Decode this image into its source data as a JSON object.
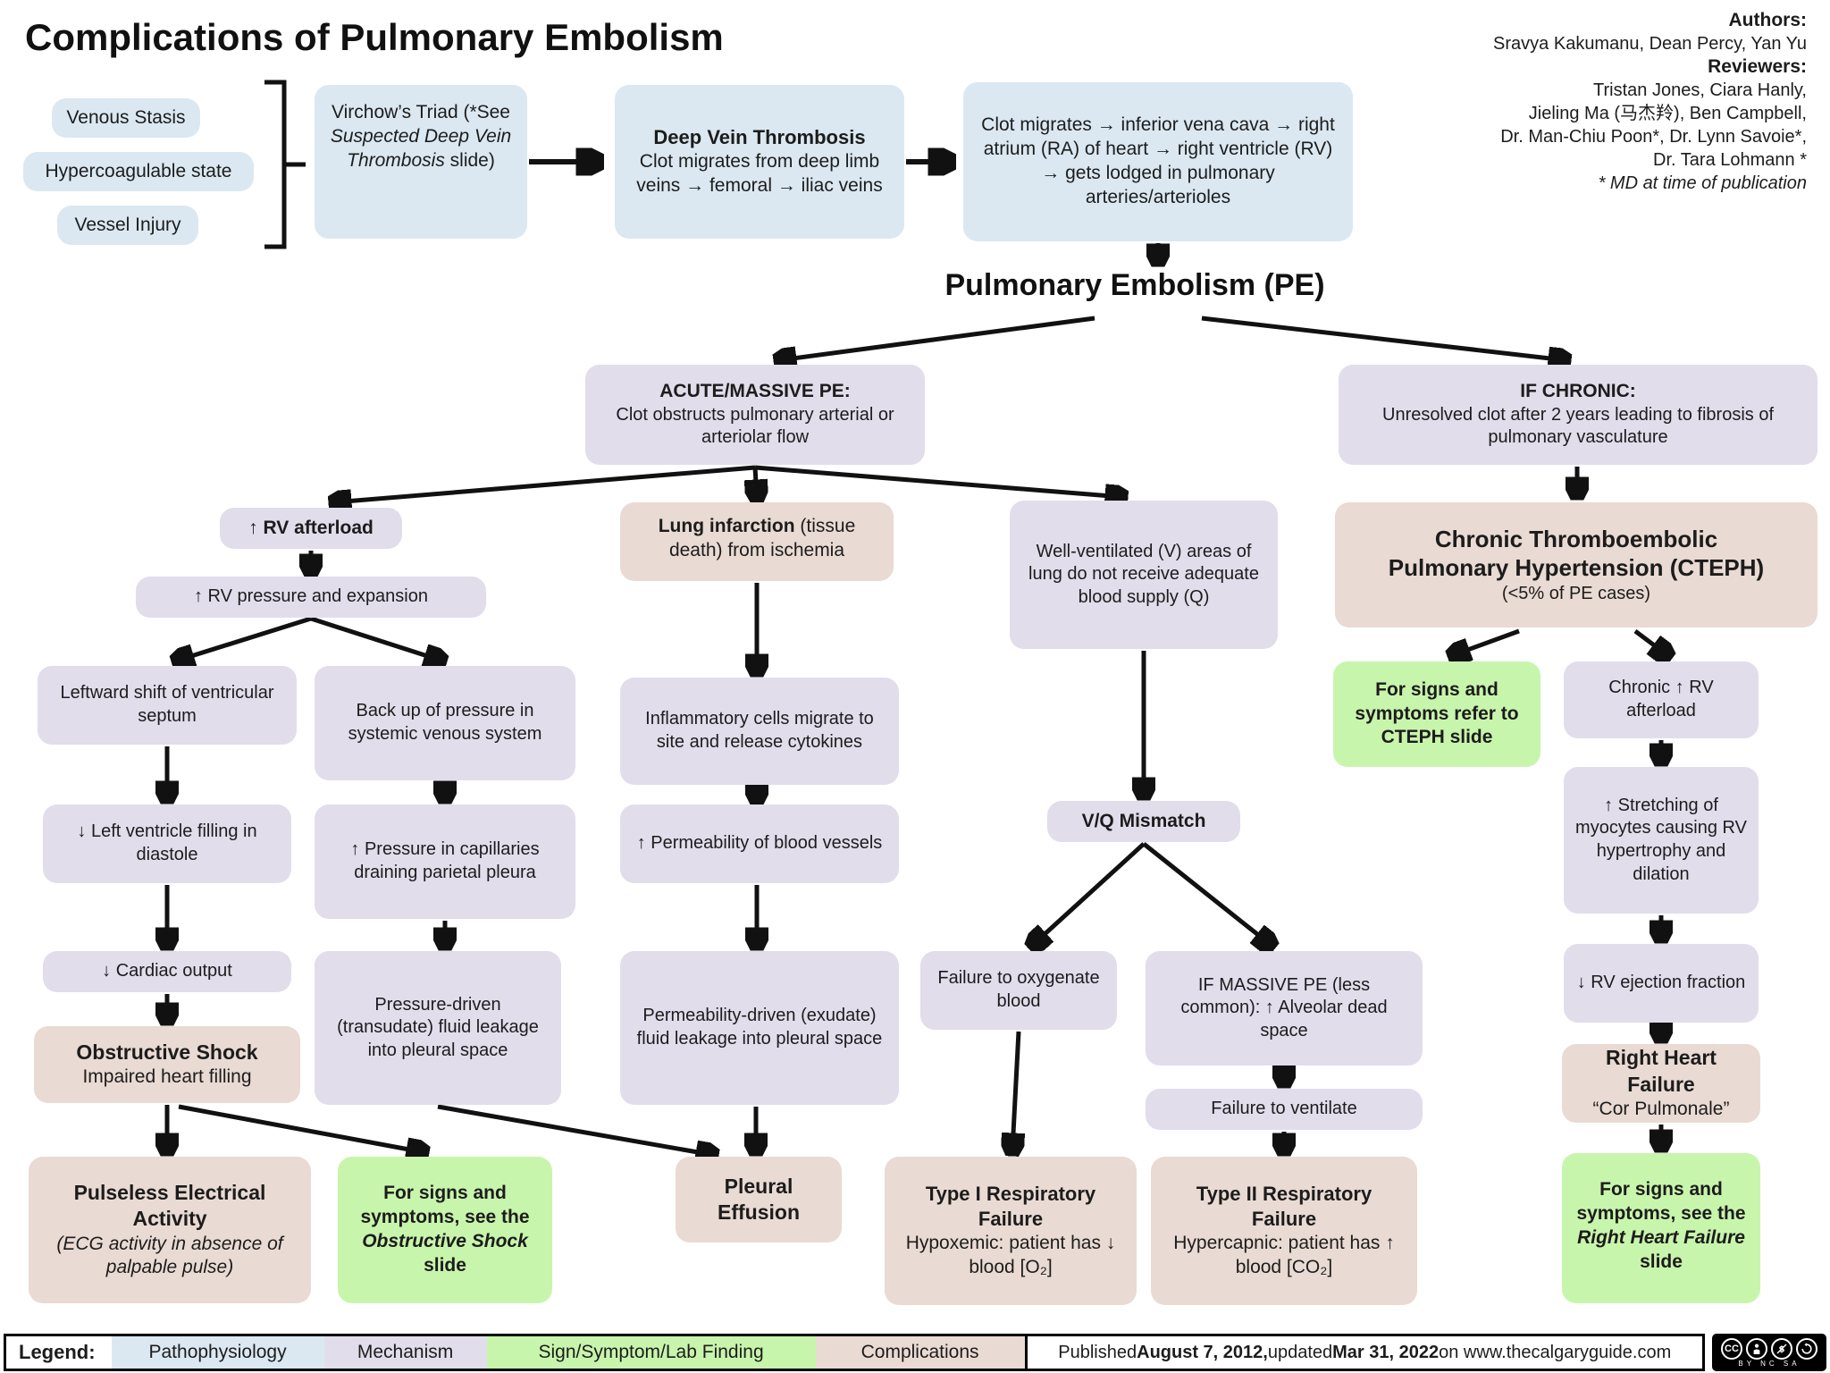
{
  "title": "Complications of Pulmonary Embolism",
  "credits": {
    "authors_label": "Authors:",
    "authors": "Sravya Kakumanu, Dean Percy, Yan Yu",
    "reviewers_label": "Reviewers:",
    "reviewers": [
      "Tristan Jones, Ciara Hanly,",
      "Jieling Ma (马杰羚), Ben Campbell,",
      "Dr. Man-Chiu Poon*, Dr. Lynn Savoie*,",
      "Dr. Tara Lohmann *"
    ],
    "note": "* MD at time of publication"
  },
  "nodes": {
    "venous_stasis": {
      "text": "Venous Stasis"
    },
    "hypercoagulable": {
      "text": "Hypercoagulable state"
    },
    "vessel_injury": {
      "text": "Vessel Injury"
    },
    "virchow": {
      "pre": "Virchow’s Triad (*See ",
      "em": "Suspected Deep Vein Thrombosis",
      "post": " slide)"
    },
    "dvt": {
      "title": "Deep Vein Thrombosis",
      "body": "Clot migrates from deep limb veins → femoral → iliac veins"
    },
    "clot_migrates": {
      "text": "Clot migrates → inferior vena cava → right atrium (RA) of heart → right ventricle (RV) → gets lodged in pulmonary arteries/arterioles"
    },
    "pe_heading": {
      "text": "Pulmonary Embolism (PE)"
    },
    "acute": {
      "title": "ACUTE/MASSIVE PE:",
      "body": "Clot obstructs pulmonary arterial or arteriolar flow"
    },
    "chronic": {
      "title": "IF CHRONIC:",
      "body": "Unresolved clot after 2 years leading to fibrosis of pulmonary vasculature"
    },
    "rv_afterload": {
      "text": "↑ RV afterload"
    },
    "lung_infarction": {
      "b": "Lung infarction",
      "rest": " (tissue death) from ischemia"
    },
    "well_ventilated": {
      "text": "Well-ventilated (V) areas of lung do not receive adequate blood supply (Q)"
    },
    "cteph": {
      "title1": "Chronic Thromboembolic",
      "title2": "Pulmonary Hypertension (CTEPH)",
      "sub": "(<5% of PE cases)"
    },
    "rv_pressure": {
      "text": "↑ RV pressure and expansion"
    },
    "leftward_shift": {
      "text": "Leftward shift of ventricular septum"
    },
    "backup_pressure": {
      "text": "Back up of pressure in systemic venous system"
    },
    "lv_filling": {
      "text": "↓ Left ventricle filling in diastole"
    },
    "capillary_pressure": {
      "text": "↑ Pressure in capillaries draining parietal pleura"
    },
    "cardiac_output": {
      "text": "↓ Cardiac output"
    },
    "pressure_driven": {
      "text": "Pressure-driven (transudate) fluid leakage into pleural space"
    },
    "obstructive_shock": {
      "title": "Obstructive Shock",
      "body": "Impaired heart filling"
    },
    "pea": {
      "title": "Pulseless Electrical Activity",
      "body": "(ECG activity in absence of palpable pulse)"
    },
    "obstructive_slide": {
      "pre": "For signs and symptoms, see the ",
      "em": "Obstructive Shock",
      "post": " slide"
    },
    "inflammatory": {
      "text": "Inflammatory cells migrate to site and release cytokines"
    },
    "permeability": {
      "text": "↑ Permeability of blood vessels"
    },
    "permeability_driven": {
      "text": "Permeability-driven (exudate) fluid leakage into pleural space"
    },
    "pleural_effusion": {
      "text": "Pleural Effusion"
    },
    "vq_mismatch": {
      "text": "V/Q Mismatch"
    },
    "failure_oxygenate": {
      "text": "Failure to oxygenate blood"
    },
    "if_massive": {
      "text": "IF MASSIVE PE (less common): ↑ Alveolar dead space"
    },
    "failure_ventilate": {
      "text": "Failure to ventilate"
    },
    "type1": {
      "title": "Type I Respiratory Failure",
      "body": "Hypoxemic: patient has ↓ blood [O₂]"
    },
    "type2": {
      "title": "Type II Respiratory Failure",
      "body": "Hypercapnic: patient has ↑ blood [CO₂]"
    },
    "cteph_slide": {
      "text": "For signs and symptoms refer to CTEPH slide"
    },
    "chronic_rv": {
      "text": "Chronic ↑ RV afterload"
    },
    "stretching": {
      "text": "↑ Stretching of myocytes causing RV hypertrophy and dilation"
    },
    "rv_ejection": {
      "text": "↓ RV ejection fraction"
    },
    "rhf": {
      "title": "Right Heart Failure",
      "body": "“Cor Pulmonale”"
    },
    "rhf_slide": {
      "pre": "For signs and symptoms, see the ",
      "em": "Right Heart Failure",
      "post": " slide"
    }
  },
  "legend": {
    "label": "Legend:",
    "items": [
      {
        "label": "Pathophysiology",
        "color": "#dbe8f1"
      },
      {
        "label": "Mechanism",
        "color": "#e1ddeb"
      },
      {
        "label": "Sign/Symptom/Lab Finding",
        "color": "#c8f5ac"
      },
      {
        "label": "Complications",
        "color": "#e9dad3"
      }
    ]
  },
  "footer": {
    "pre": "Published ",
    "date1": "August 7, 2012,",
    "mid": " updated ",
    "date2": "Mar 31, 2022",
    "post": " on www.thecalgaryguide.com",
    "license_terms": "BY NC SA",
    "license_icons": [
      "cc-icon",
      "attribution-icon",
      "non-commercial-icon",
      "share-alike-icon"
    ]
  },
  "colors": {
    "pathophysiology": "#dbe8f1",
    "mechanism": "#e1ddeb",
    "sign_symptom": "#c8f5ac",
    "complication": "#e9dad3",
    "text": "#1c1c1c",
    "arrow": "#111111"
  }
}
